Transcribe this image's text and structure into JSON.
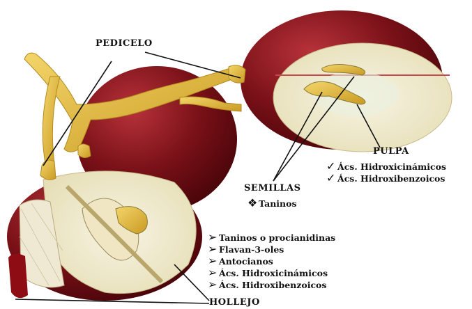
{
  "labels": {
    "pedicelo": "PEDICELO",
    "pulpa": "PULPA",
    "semillas": "SEMILLAS",
    "hollejo": "HOLLEJO"
  },
  "pulpa_items": [
    {
      "bullet": "✓",
      "text": "Ács. Hidroxicinámicos"
    },
    {
      "bullet": "✓",
      "text": "Ács. Hidroxibenzoicos"
    }
  ],
  "semillas_items": [
    {
      "bullet": "❖",
      "text": "Taninos"
    }
  ],
  "hollejo_items": [
    {
      "bullet": "➢",
      "text": "Taninos o procianidinas"
    },
    {
      "bullet": "➢",
      "text": "Flavan-3-oles"
    },
    {
      "bullet": "➢",
      "text": "Antocianos"
    },
    {
      "bullet": "➢",
      "text": "Ács. Hidroxicinámicos"
    },
    {
      "bullet": "➢",
      "text": "Ács. Hidroxibenzoicos"
    }
  ],
  "colors": {
    "grape_skin": "#6b0a10",
    "grape_highlight": "#a3242b",
    "pulp": "#f1ecd0",
    "stem": "#e8c34a",
    "seed": "#d9c98a"
  }
}
